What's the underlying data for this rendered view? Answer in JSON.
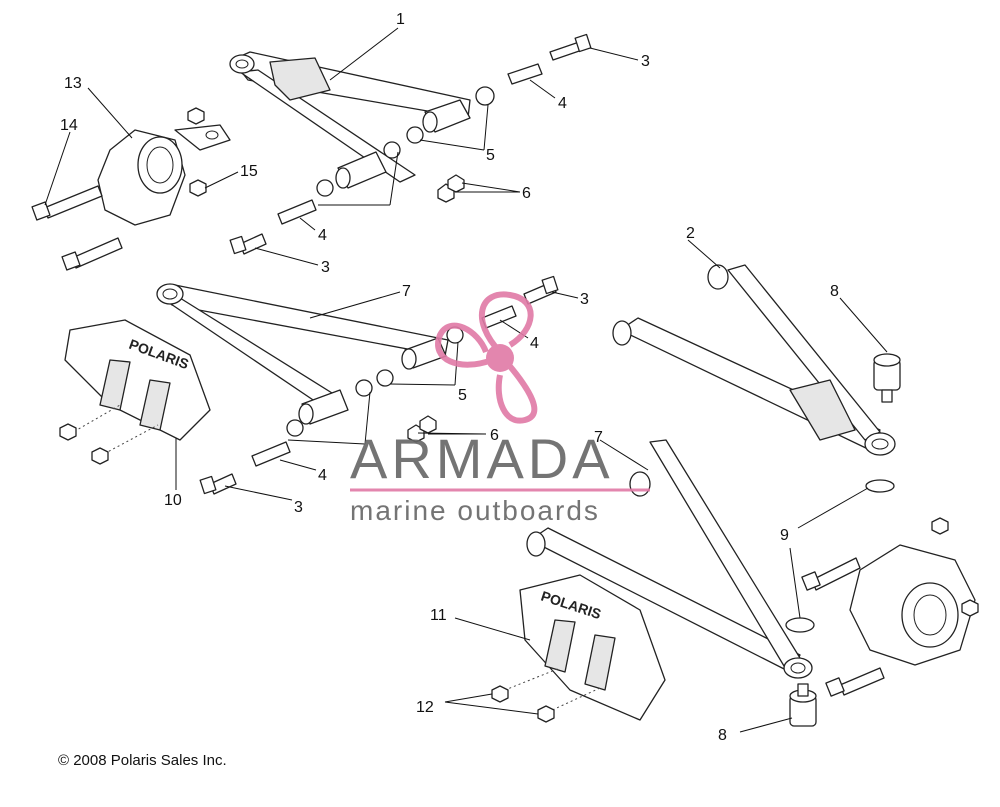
{
  "callouts": [
    {
      "id": "c1",
      "label": "1"
    },
    {
      "id": "c2",
      "label": "2"
    },
    {
      "id": "c3a",
      "label": "3"
    },
    {
      "id": "c3b",
      "label": "3"
    },
    {
      "id": "c3c",
      "label": "3"
    },
    {
      "id": "c3d",
      "label": "3"
    },
    {
      "id": "c4a",
      "label": "4"
    },
    {
      "id": "c4b",
      "label": "4"
    },
    {
      "id": "c4c",
      "label": "4"
    },
    {
      "id": "c4d",
      "label": "4"
    },
    {
      "id": "c5a",
      "label": "5"
    },
    {
      "id": "c5b",
      "label": "5"
    },
    {
      "id": "c6a",
      "label": "6"
    },
    {
      "id": "c6b",
      "label": "6"
    },
    {
      "id": "c7a",
      "label": "7"
    },
    {
      "id": "c7b",
      "label": "7"
    },
    {
      "id": "c8a",
      "label": "8"
    },
    {
      "id": "c8b",
      "label": "8"
    },
    {
      "id": "c9",
      "label": "9"
    },
    {
      "id": "c10",
      "label": "10"
    },
    {
      "id": "c11",
      "label": "11"
    },
    {
      "id": "c12",
      "label": "12"
    },
    {
      "id": "c13",
      "label": "13"
    },
    {
      "id": "c14",
      "label": "14"
    },
    {
      "id": "c15",
      "label": "15"
    }
  ],
  "guard_brand": "POLARIS",
  "copyright": "© 2008 Polaris Sales Inc.",
  "watermark": {
    "title": "ARMADA",
    "subtitle": "marine outboards",
    "title_color": "#666666",
    "accent_color": "#e07aa6"
  }
}
